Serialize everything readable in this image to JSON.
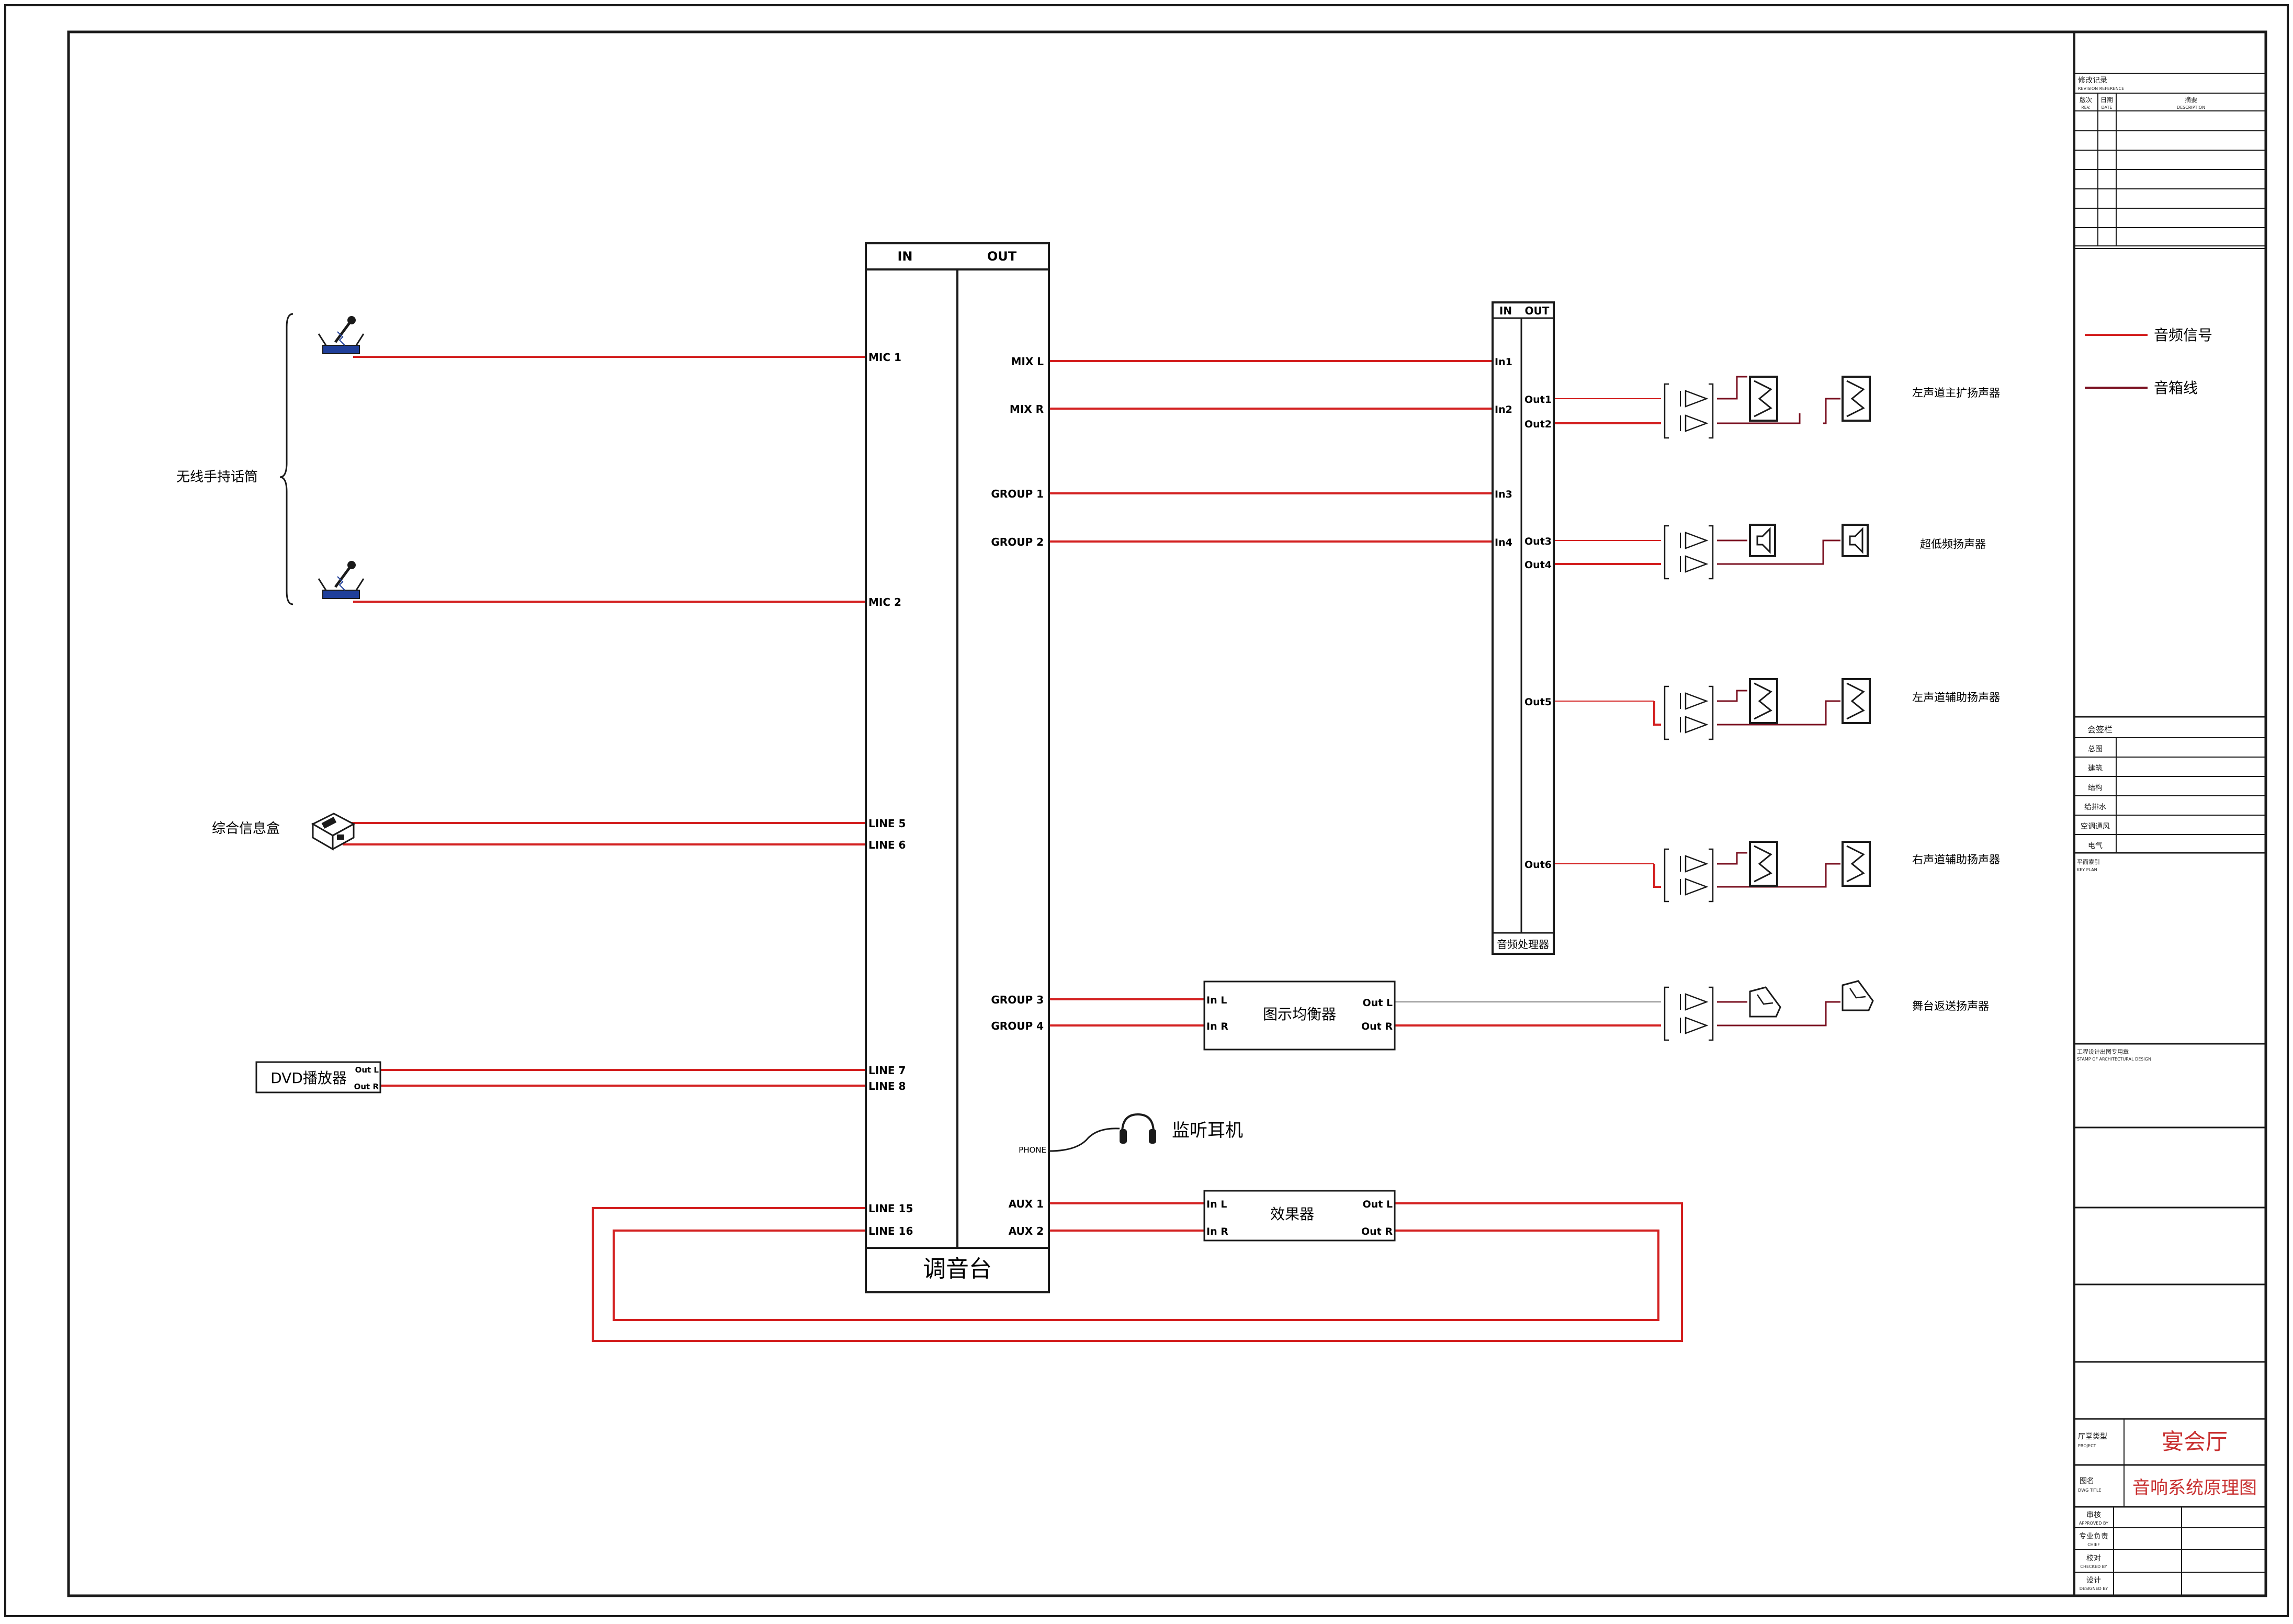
{
  "colors": {
    "signal": "#d32020",
    "speaker": "#7a1020",
    "ink": "#1a1a1a",
    "device": "#1f3f9a",
    "titleRed": "#c83030"
  },
  "icons": {
    "mic": "wireless-handheld-mic-icon",
    "infobox": "info-box-icon",
    "headphones": "headphones-icon",
    "amp": "amplifier-triangle-icon",
    "speakerFull": "full-range-speaker-icon",
    "speakerSub": "subwoofer-speaker-icon",
    "speakerWedge": "stage-wedge-speaker-icon"
  },
  "sources": {
    "micGroup": "无线手持话筒",
    "infoBox": "综合信息盒",
    "dvd": "DVD播放器",
    "dvdOutL": "Out L",
    "dvdOutR": "Out R"
  },
  "mixer": {
    "in": "IN",
    "out": "OUT",
    "name": "调音台",
    "inputs": [
      "MIC 1",
      "MIC 2",
      "LINE 5",
      "LINE 6",
      "LINE 7",
      "LINE 8",
      "LINE 15",
      "LINE 16"
    ],
    "outputs": [
      "MIX L",
      "MIX R",
      "GROUP 1",
      "GROUP 2",
      "GROUP 3",
      "GROUP 4",
      "AUX 1",
      "AUX 2"
    ],
    "phone": "PHONE"
  },
  "processor": {
    "in": "IN",
    "out": "OUT",
    "name": "音频处理器",
    "inputs": [
      "In1",
      "In2",
      "In3",
      "In4"
    ],
    "outputs": [
      "Out1",
      "Out2",
      "Out3",
      "Out4",
      "Out5",
      "Out6"
    ]
  },
  "eq": {
    "name": "图示均衡器",
    "inL": "In L",
    "inR": "In R",
    "outL": "Out L",
    "outR": "Out R"
  },
  "fx": {
    "name": "效果器",
    "inL": "In L",
    "inR": "In R",
    "outL": "Out L",
    "outR": "Out R"
  },
  "headphones": "监听耳机",
  "speakers": [
    "左声道主扩扬声器",
    "超低频扬声器",
    "左声道辅助扬声器",
    "右声道辅助扬声器",
    "舞台返送扬声器"
  ],
  "legend": {
    "signal": "音频信号",
    "speaker": "音箱线"
  },
  "titleBlock": {
    "revTitle": "修改记录",
    "revTitleEn": "REVISION REFERENCE",
    "revCols": [
      "版次",
      "日期",
      "摘要"
    ],
    "revColsEn": [
      "REV.",
      "DATE",
      "DESCRIPTION"
    ],
    "signTitle": "会签栏",
    "signRows": [
      "总图",
      "建筑",
      "结构",
      "给排水",
      "空调通风",
      "电气"
    ],
    "keyPlan": "平面索引",
    "keyPlanEn": "KEY PLAN",
    "stamp": "工程设计出图专用章",
    "stampEn": "STAMP OF ARCHITECTURAL DESIGN",
    "projectLabel": "厅堂类型",
    "projectLabelEn": "PROJECT",
    "project": "宴会厅",
    "drawingLabel": "图名",
    "drawingLabelEn": "DWG TITLE",
    "drawing": "音响系统原理图",
    "roles": [
      "审核",
      "专业负责",
      "校对",
      "设计"
    ],
    "rolesEn": [
      "APPROVED BY",
      "CHIEF",
      "CHECKED BY",
      "DESIGNED BY"
    ]
  }
}
